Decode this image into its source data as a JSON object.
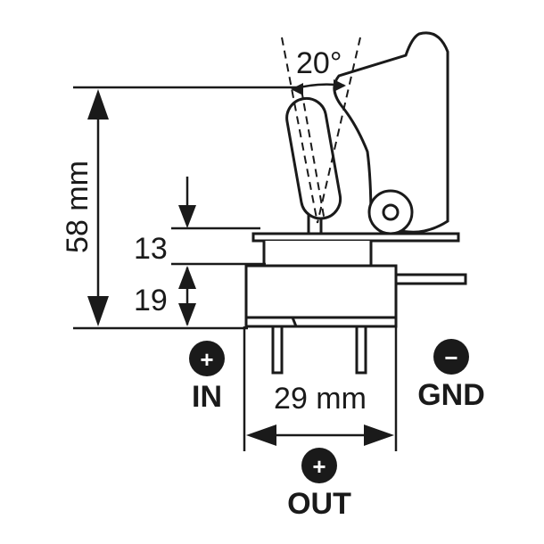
{
  "dimensions": {
    "height_total": "58 mm",
    "height_upper": "13",
    "height_lower": "19",
    "width": "29 mm",
    "angle": "20°"
  },
  "terminals": {
    "in": {
      "label": "IN",
      "sign": "+"
    },
    "gnd": {
      "label": "GND",
      "sign": "−"
    },
    "out": {
      "label": "OUT",
      "sign": "+"
    }
  },
  "colors": {
    "stroke": "#1a1a1a",
    "background": "#ffffff"
  }
}
